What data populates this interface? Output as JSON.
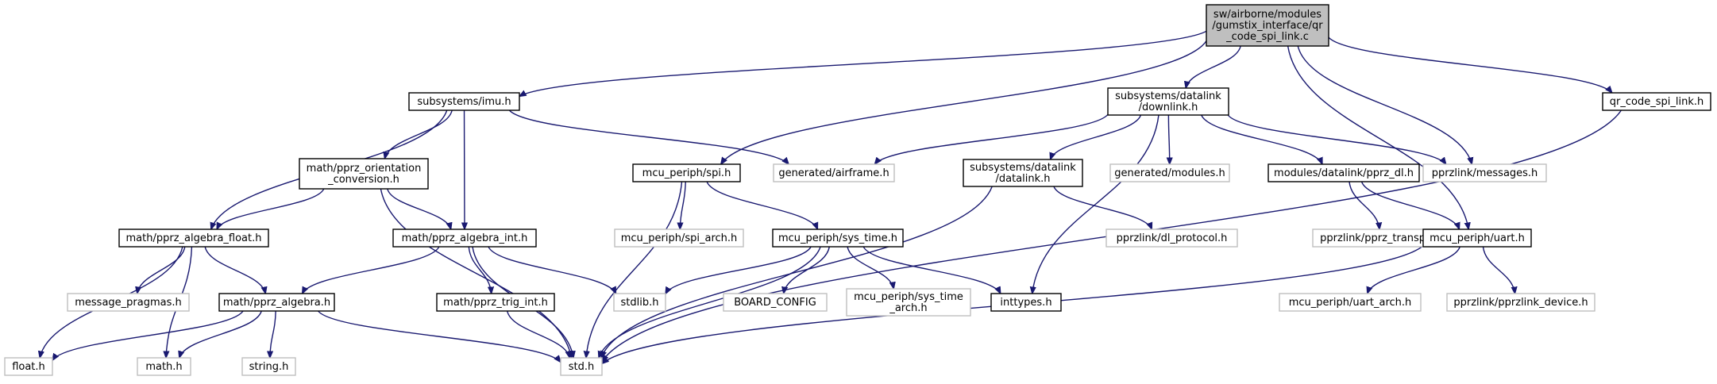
{
  "colors": {
    "edge": "#191970",
    "root_fill": "#bfbfbf",
    "documented_border": "#000000",
    "undocumented_border": "#bfbfbf",
    "background": "#ffffff"
  },
  "nodes": [
    {
      "id": "root",
      "lines": [
        "sw/airborne/modules",
        "/gumstix_interface/qr",
        "_code_spi_link.c"
      ],
      "style": "root"
    },
    {
      "id": "imu",
      "lines": [
        "subsystems/imu.h"
      ],
      "style": "doc"
    },
    {
      "id": "downlink",
      "lines": [
        "subsystems/datalink",
        "/downlink.h"
      ],
      "style": "doc"
    },
    {
      "id": "qr_h",
      "lines": [
        "qr_code_spi_link.h"
      ],
      "style": "doc"
    },
    {
      "id": "orient",
      "lines": [
        "math/pprz_orientation",
        "_conversion.h"
      ],
      "style": "doc"
    },
    {
      "id": "spi",
      "lines": [
        "mcu_periph/spi.h"
      ],
      "style": "doc"
    },
    {
      "id": "airframe",
      "lines": [
        "generated/airframe.h"
      ],
      "style": "nodoc"
    },
    {
      "id": "datalink",
      "lines": [
        "subsystems/datalink",
        "/datalink.h"
      ],
      "style": "doc"
    },
    {
      "id": "modules",
      "lines": [
        "generated/modules.h"
      ],
      "style": "nodoc"
    },
    {
      "id": "pprz_dl",
      "lines": [
        "modules/datalink/pprz_dl.h"
      ],
      "style": "doc"
    },
    {
      "id": "messages",
      "lines": [
        "pprzlink/messages.h"
      ],
      "style": "nodoc"
    },
    {
      "id": "alg_float",
      "lines": [
        "math/pprz_algebra_float.h"
      ],
      "style": "doc"
    },
    {
      "id": "alg_int",
      "lines": [
        "math/pprz_algebra_int.h"
      ],
      "style": "doc"
    },
    {
      "id": "spi_arch",
      "lines": [
        "mcu_periph/spi_arch.h"
      ],
      "style": "nodoc"
    },
    {
      "id": "sys_time",
      "lines": [
        "mcu_periph/sys_time.h"
      ],
      "style": "doc"
    },
    {
      "id": "dl_protocol",
      "lines": [
        "pprzlink/dl_protocol.h"
      ],
      "style": "nodoc"
    },
    {
      "id": "pprz_transport",
      "lines": [
        "pprzlink/pprz_transport.h"
      ],
      "style": "nodoc"
    },
    {
      "id": "uart",
      "lines": [
        "mcu_periph/uart.h"
      ],
      "style": "doc"
    },
    {
      "id": "msg_pragmas",
      "lines": [
        "message_pragmas.h"
      ],
      "style": "nodoc"
    },
    {
      "id": "algebra",
      "lines": [
        "math/pprz_algebra.h"
      ],
      "style": "doc"
    },
    {
      "id": "trig_int",
      "lines": [
        "math/pprz_trig_int.h"
      ],
      "style": "doc"
    },
    {
      "id": "stdlib",
      "lines": [
        "stdlib.h"
      ],
      "style": "nodoc"
    },
    {
      "id": "board_config",
      "lines": [
        "BOARD_CONFIG"
      ],
      "style": "nodoc"
    },
    {
      "id": "sys_time_arch",
      "lines": [
        "mcu_periph/sys_time",
        "_arch.h"
      ],
      "style": "nodoc"
    },
    {
      "id": "inttypes",
      "lines": [
        "inttypes.h"
      ],
      "style": "doc"
    },
    {
      "id": "uart_arch",
      "lines": [
        "mcu_periph/uart_arch.h"
      ],
      "style": "nodoc"
    },
    {
      "id": "pprzlink_device",
      "lines": [
        "pprzlink/pprzlink_device.h"
      ],
      "style": "nodoc"
    },
    {
      "id": "float_h",
      "lines": [
        "float.h"
      ],
      "style": "nodoc"
    },
    {
      "id": "math_h",
      "lines": [
        "math.h"
      ],
      "style": "nodoc"
    },
    {
      "id": "string_h",
      "lines": [
        "string.h"
      ],
      "style": "nodoc"
    },
    {
      "id": "std_h",
      "lines": [
        "std.h"
      ],
      "style": "nodoc"
    }
  ],
  "edges": [
    [
      "root",
      "imu"
    ],
    [
      "root",
      "spi"
    ],
    [
      "root",
      "downlink"
    ],
    [
      "root",
      "messages"
    ],
    [
      "root",
      "uart"
    ],
    [
      "root",
      "qr_h"
    ],
    [
      "imu",
      "orient"
    ],
    [
      "imu",
      "alg_float"
    ],
    [
      "imu",
      "alg_int"
    ],
    [
      "imu",
      "airframe"
    ],
    [
      "orient",
      "alg_float"
    ],
    [
      "orient",
      "alg_int"
    ],
    [
      "orient",
      "std_h"
    ],
    [
      "downlink",
      "airframe"
    ],
    [
      "downlink",
      "inttypes"
    ],
    [
      "downlink",
      "datalink"
    ],
    [
      "downlink",
      "modules"
    ],
    [
      "downlink",
      "pprz_dl"
    ],
    [
      "downlink",
      "messages"
    ],
    [
      "qr_h",
      "std_h"
    ],
    [
      "spi",
      "std_h"
    ],
    [
      "spi",
      "spi_arch"
    ],
    [
      "spi",
      "sys_time"
    ],
    [
      "datalink",
      "dl_protocol"
    ],
    [
      "datalink",
      "std_h"
    ],
    [
      "pprz_dl",
      "pprz_transport"
    ],
    [
      "pprz_dl",
      "uart"
    ],
    [
      "alg_float",
      "float_h"
    ],
    [
      "alg_float",
      "math_h"
    ],
    [
      "alg_float",
      "msg_pragmas"
    ],
    [
      "alg_float",
      "algebra"
    ],
    [
      "alg_int",
      "algebra"
    ],
    [
      "alg_int",
      "trig_int"
    ],
    [
      "alg_int",
      "stdlib"
    ],
    [
      "alg_int",
      "std_h"
    ],
    [
      "sys_time",
      "stdlib"
    ],
    [
      "sys_time",
      "board_config"
    ],
    [
      "sys_time",
      "sys_time_arch"
    ],
    [
      "sys_time",
      "inttypes"
    ],
    [
      "sys_time",
      "std_h"
    ],
    [
      "uart",
      "uart_arch"
    ],
    [
      "uart",
      "pprzlink_device"
    ],
    [
      "uart",
      "std_h"
    ],
    [
      "algebra",
      "float_h"
    ],
    [
      "algebra",
      "math_h"
    ],
    [
      "algebra",
      "string_h"
    ],
    [
      "algebra",
      "std_h"
    ],
    [
      "trig_int",
      "std_h"
    ]
  ]
}
